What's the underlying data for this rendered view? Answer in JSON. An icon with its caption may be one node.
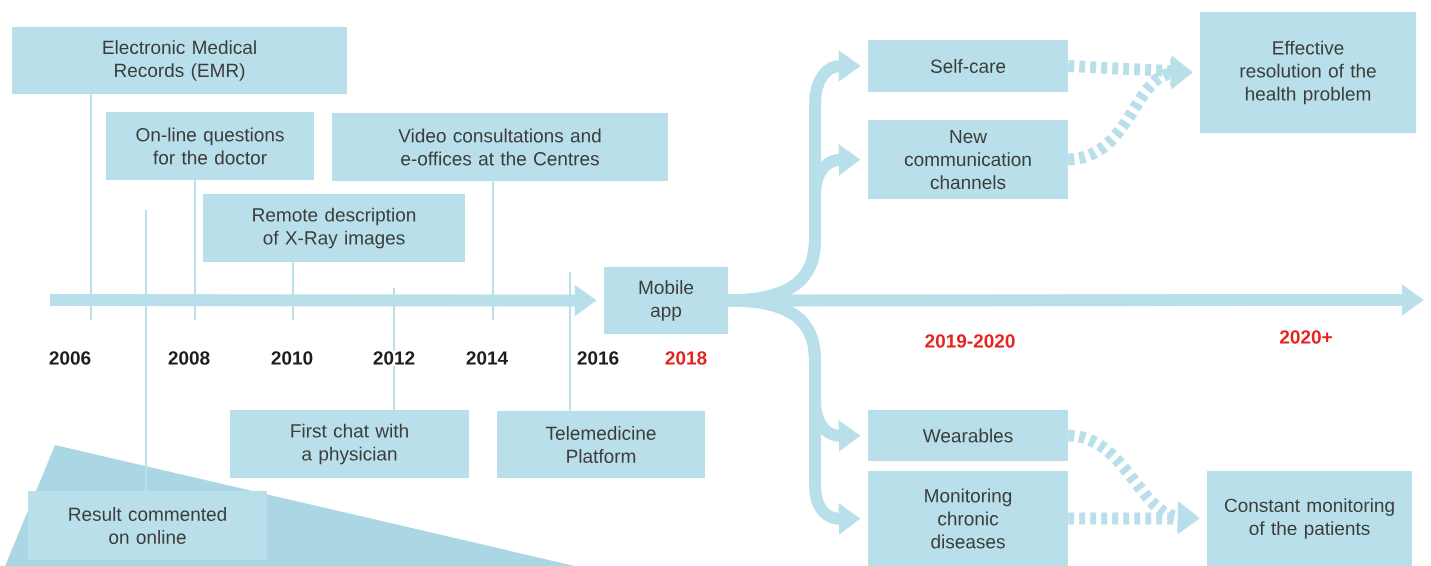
{
  "diagram": {
    "nodes": [
      {
        "text": [
          "Electronic Medical Records (EMR)"
        ]
      },
      {
        "text": [
          "On-line questions for the doctor"
        ]
      },
      {
        "text": [
          "Video consultations and e-offices at the Centres"
        ]
      },
      {
        "text": [
          "Remote description of X-Ray images"
        ]
      },
      {
        "text": [
          "Mobile app"
        ]
      },
      {
        "text": [
          "First chat with a physician"
        ]
      },
      {
        "text": [
          "Telemedicine Platform"
        ]
      },
      {
        "text": [
          "Result commented on online"
        ]
      },
      {
        "text": [
          "Self-care"
        ]
      },
      {
        "text": [
          "New communication channels"
        ]
      },
      {
        "text": [
          "Effective resolution of the health problem"
        ]
      },
      {
        "text": [
          "Wearables"
        ]
      },
      {
        "text": [
          "Monitoring chronic diseases"
        ]
      },
      {
        "text": [
          "Constant monitoring of the patients"
        ]
      }
    ],
    "edges": [
      {
        "from": null,
        "to": 4,
        "arrow": "to"
      },
      {
        "from": 0,
        "to": null,
        "arrow": "none"
      },
      {
        "from": 1,
        "to": null,
        "arrow": "none"
      },
      {
        "from": 7,
        "to": null,
        "arrow": "none"
      },
      {
        "from": 3,
        "to": null,
        "arrow": "none"
      },
      {
        "from": 5,
        "to": null,
        "arrow": "none"
      },
      {
        "from": 2,
        "to": null,
        "arrow": "none"
      },
      {
        "from": 6,
        "to": null,
        "arrow": "none"
      },
      {
        "from": 4,
        "to": 8,
        "arrow": "to"
      },
      {
        "from": 4,
        "to": 9,
        "arrow": "to"
      },
      {
        "from": 4,
        "to": null,
        "arrow": "to"
      },
      {
        "from": 4,
        "to": 11,
        "arrow": "to"
      },
      {
        "from": 4,
        "to": 12,
        "arrow": "to"
      },
      {
        "from": 8,
        "to": 10,
        "arrow": "to",
        "style": "dashed"
      },
      {
        "from": 9,
        "to": 10,
        "arrow": "to",
        "style": "dashed"
      },
      {
        "from": 11,
        "to": 13,
        "arrow": "to",
        "style": "dashed"
      },
      {
        "from": 12,
        "to": 13,
        "arrow": "to",
        "style": "dashed"
      }
    ],
    "labels": [
      "2006",
      "2008",
      "2010",
      "2012",
      "2014",
      "2016",
      "2018",
      "2019-2020",
      "2020+"
    ]
  }
}
